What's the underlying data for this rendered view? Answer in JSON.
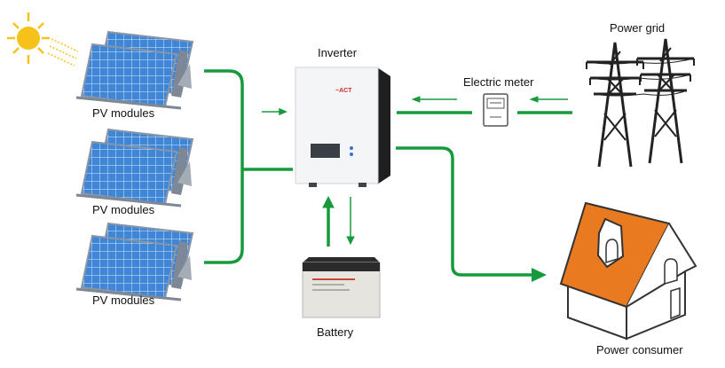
{
  "labels": {
    "pv_modules_1": "PV modules",
    "pv_modules_2": "PV modules",
    "pv_modules_3": "PV modules",
    "inverter": "Inverter",
    "electric_meter": "Electric meter",
    "power_grid": "Power grid",
    "battery": "Battery",
    "power_consumer": "Power consumer"
  },
  "colors": {
    "flow_line": "#169a3c",
    "panel_blue": "#3f86d6",
    "panel_frame": "#8a96a6",
    "sun": "#f6c21a",
    "roof": "#e97a1f"
  },
  "icons": [
    "sun-icon",
    "solar-panel-icon",
    "inverter-icon",
    "electric-meter-icon",
    "transmission-tower-icon",
    "battery-icon",
    "house-icon"
  ]
}
